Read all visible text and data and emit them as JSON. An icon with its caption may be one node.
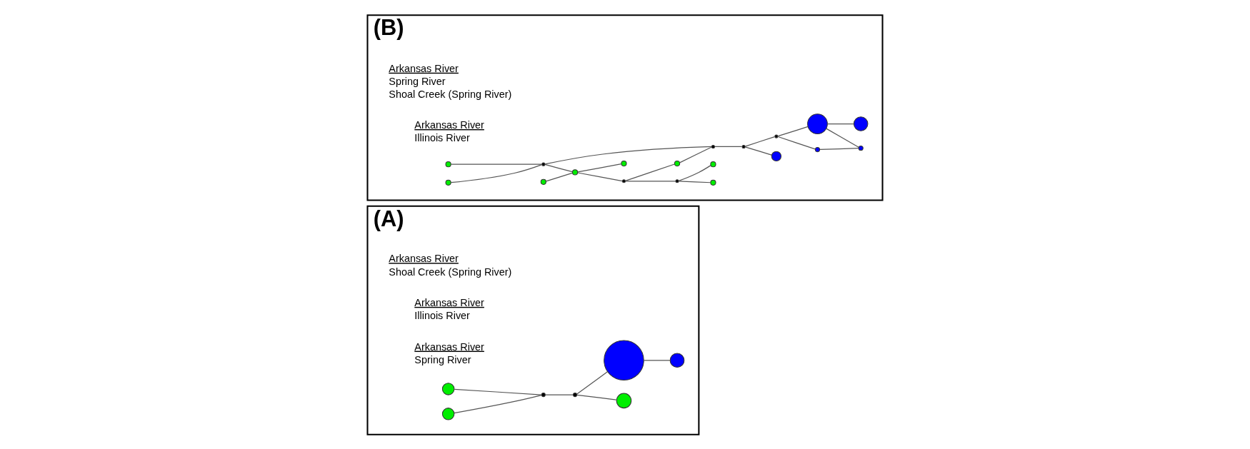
{
  "diagram": {
    "nodes": [
      {
        "text": [
          "(A)"
        ]
      },
      {
        "text": [],
        "shape": "circle",
        "in": 0
      },
      {
        "text": [],
        "shape": "circle",
        "in": 0
      },
      {
        "text": [],
        "shape": "circle",
        "in": 0
      },
      {
        "text": [],
        "shape": "circle",
        "in": 0
      },
      {
        "text": [],
        "shape": "circle",
        "in": 0
      },
      {
        "text": [],
        "shape": "circle",
        "in": 0
      },
      {
        "text": [],
        "shape": "circle",
        "in": 0
      },
      {
        "text": [
          "(B)"
        ]
      },
      {
        "text": [],
        "shape": "circle",
        "in": 8
      },
      {
        "text": [],
        "shape": "circle",
        "in": 8
      },
      {
        "text": [],
        "shape": "circle",
        "in": 8
      },
      {
        "text": [],
        "shape": "circle",
        "in": 8
      },
      {
        "text": [],
        "shape": "circle",
        "in": 8
      },
      {
        "text": [],
        "shape": "circle",
        "in": 8
      },
      {
        "text": [],
        "shape": "circle",
        "in": 8
      },
      {
        "text": [],
        "shape": "circle",
        "in": 8
      },
      {
        "text": [],
        "shape": "circle",
        "in": 8
      },
      {
        "text": [],
        "shape": "circle",
        "in": 8
      },
      {
        "text": [],
        "shape": "circle",
        "in": 8
      },
      {
        "text": [],
        "shape": "circle",
        "in": 8
      },
      {
        "text": [],
        "shape": "circle",
        "in": 8
      },
      {
        "text": [],
        "shape": "circle",
        "in": 8
      },
      {
        "text": [],
        "shape": "circle",
        "in": 8
      },
      {
        "text": [],
        "shape": "circle",
        "in": 8
      },
      {
        "text": [],
        "shape": "circle",
        "in": 8
      },
      {
        "text": [],
        "shape": "circle",
        "in": 8
      },
      {
        "text": [],
        "shape": "circle",
        "in": 8
      }
    ],
    "edges": [
      {
        "from": 1,
        "to": 3,
        "arrow": "none"
      },
      {
        "from": 2,
        "to": 3,
        "arrow": "none"
      },
      {
        "from": 3,
        "to": 5,
        "arrow": "none"
      },
      {
        "from": 5,
        "to": 4,
        "arrow": "none"
      },
      {
        "from": 5,
        "to": 6,
        "arrow": "none"
      },
      {
        "from": 6,
        "to": 7,
        "arrow": "none"
      },
      {
        "from": 9,
        "to": 11,
        "arrow": "none"
      },
      {
        "from": 10,
        "to": 11,
        "arrow": "none"
      },
      {
        "from": 11,
        "to": 20,
        "arrow": "none"
      },
      {
        "from": 11,
        "to": 13,
        "arrow": "none"
      },
      {
        "from": 12,
        "to": 13,
        "arrow": "none"
      },
      {
        "from": 13,
        "to": 14,
        "arrow": "none"
      },
      {
        "from": 13,
        "to": 15,
        "arrow": "none"
      },
      {
        "from": 15,
        "to": 16,
        "arrow": "none"
      },
      {
        "from": 16,
        "to": 20,
        "arrow": "none"
      },
      {
        "from": 15,
        "to": 18,
        "arrow": "none"
      },
      {
        "from": 18,
        "to": 17,
        "arrow": "none"
      },
      {
        "from": 18,
        "to": 19,
        "arrow": "none"
      },
      {
        "from": 20,
        "to": 22,
        "arrow": "none"
      },
      {
        "from": 22,
        "to": 21,
        "arrow": "none"
      },
      {
        "from": 22,
        "to": 23,
        "arrow": "none"
      },
      {
        "from": 23,
        "to": 24,
        "arrow": "none"
      },
      {
        "from": 23,
        "to": 25,
        "arrow": "none"
      },
      {
        "from": 24,
        "to": 26,
        "arrow": "none"
      },
      {
        "from": 25,
        "to": 26,
        "arrow": "none"
      },
      {
        "from": 25,
        "to": 27,
        "arrow": "none"
      }
    ],
    "labels": [
      "Arkansas River",
      "Shoal Creek (Spring River)",
      "Arkansas River",
      "Illinois River",
      "Arkansas River",
      "Spring River",
      "Arkansas River",
      "Spring River",
      "Shoal Creek (Spring River)",
      "Arkansas River",
      "Illinois River"
    ]
  }
}
